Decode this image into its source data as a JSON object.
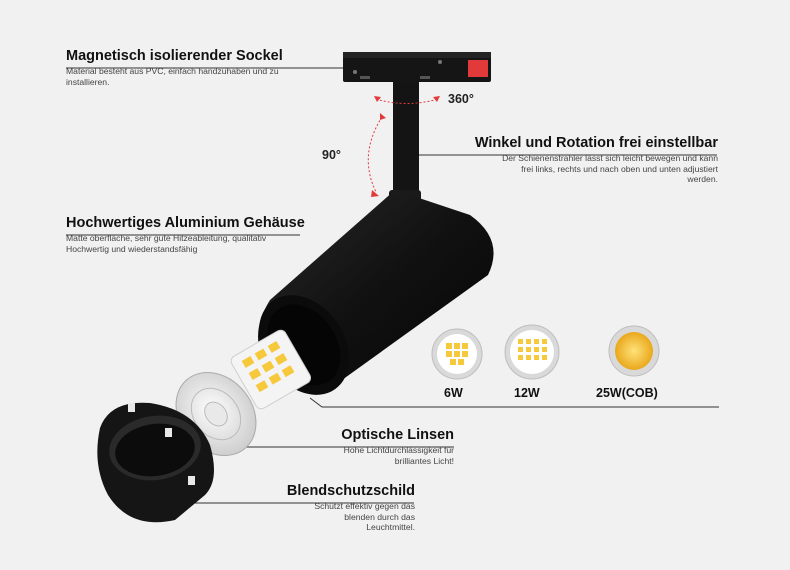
{
  "features": {
    "socket": {
      "title": "Magnetisch isolierender Sockel",
      "text": "Material besteht aus PVC, einfach handzuhaben und zu installieren."
    },
    "rotation": {
      "title": "Winkel und Rotation frei einstellbar",
      "text": "Der Schienenstrahler lässt sich leicht bewegen und kann frei links, rechts und nach oben und unten adjustiert werden."
    },
    "housing": {
      "title": "Hochwertiges Aluminium Gehäuse",
      "text": "Matte oberfläche, sehr gute Hitzeableitung, qualitativ Hochwertig und wiederstandsfähig"
    },
    "lens": {
      "title": "Optische Linsen",
      "text": "Hohe Lichtdurchlässigkeit für brilliantes Licht!"
    },
    "glare": {
      "title": "Blendschutzschild",
      "text": "Schützt effektiv gegen das blenden durch das Leuchtmittel."
    }
  },
  "angles": {
    "rotation": "360°",
    "tilt": "90°"
  },
  "led_options": [
    {
      "label": "6W"
    },
    {
      "label": "12W"
    },
    {
      "label": "25W(COB)"
    }
  ],
  "colors": {
    "accent_red": "#e23a3a",
    "led_yellow": "#f6c83c",
    "body_black": "#161616"
  }
}
